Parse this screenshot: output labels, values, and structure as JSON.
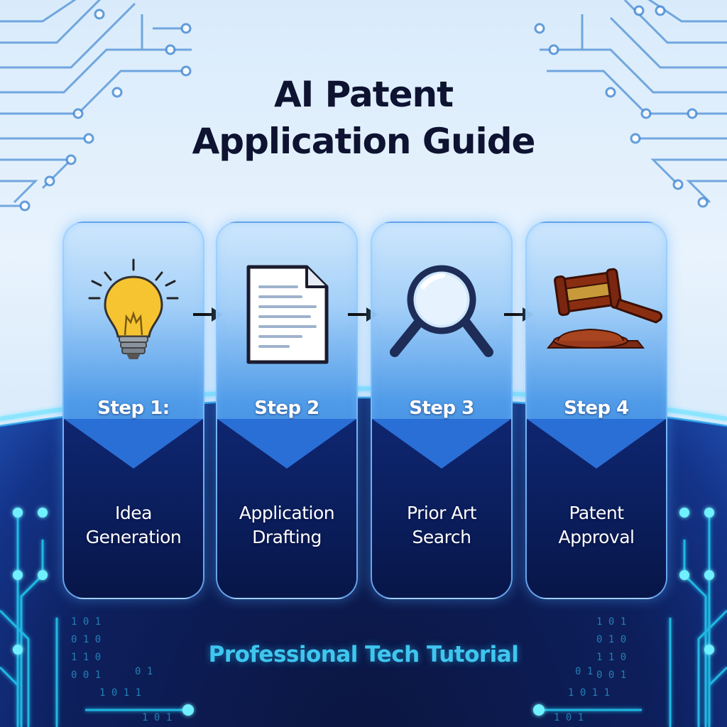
{
  "title": {
    "line1": "AI Patent",
    "line2": "Application Guide"
  },
  "steps": [
    {
      "label": "Step 1:",
      "name_line1": "Idea",
      "name_line2": "Generation",
      "icon": "lightbulb-icon"
    },
    {
      "label": "Step 2",
      "name_line1": "Application",
      "name_line2": "Drafting",
      "icon": "document-icon"
    },
    {
      "label": "Step 3",
      "name_line1": "Prior Art",
      "name_line2": "Search",
      "icon": "magnifying-glass-icon"
    },
    {
      "label": "Step 4",
      "name_line1": "Patent",
      "name_line2": "Approval",
      "icon": "gavel-icon"
    }
  ],
  "footer": "Professional Tech Tutorial",
  "colors": {
    "title": "#0d1330",
    "footer": "#3fc6ef",
    "card_top": "#4f9be8",
    "card_bottom": "#0a1d5a",
    "circuit_light": "#5aa6e6",
    "circuit_dark": "#2ad0f0"
  }
}
